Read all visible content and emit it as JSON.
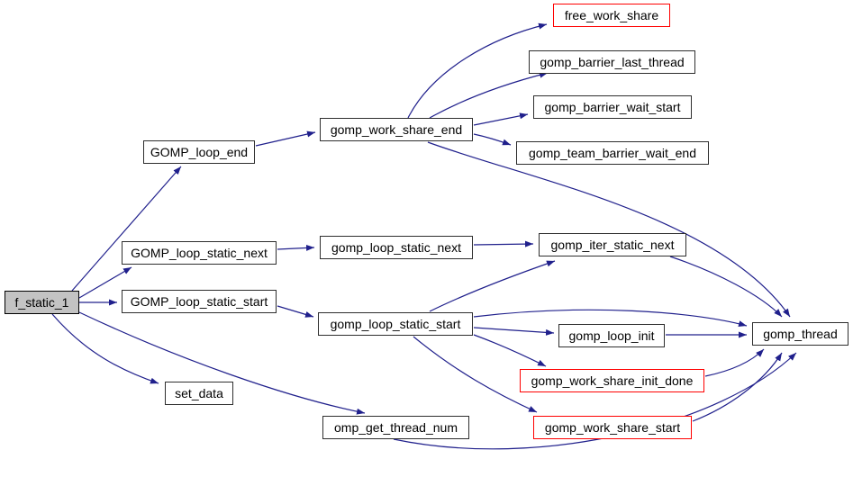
{
  "diagram": {
    "type": "call-graph",
    "root_function": "f_static_1",
    "colors": {
      "background": "#ffffff",
      "edge": "#20208c",
      "node_border": "#2e2e2e",
      "node_fill": "#ffffff",
      "root_fill": "#c3c3c3",
      "highlight_border": "#ff0000"
    },
    "nodes": [
      {
        "label": "f_static_1",
        "variant": "root"
      },
      {
        "label": "GOMP_loop_end",
        "variant": "normal"
      },
      {
        "label": "gomp_work_share_end",
        "variant": "normal"
      },
      {
        "label": "free_work_share",
        "variant": "highlight"
      },
      {
        "label": "gomp_barrier_last_thread",
        "variant": "normal"
      },
      {
        "label": "gomp_barrier_wait_start",
        "variant": "normal"
      },
      {
        "label": "gomp_team_barrier_wait_end",
        "variant": "normal"
      },
      {
        "label": "GOMP_loop_static_next",
        "variant": "normal"
      },
      {
        "label": "gomp_loop_static_next",
        "variant": "normal"
      },
      {
        "label": "gomp_iter_static_next",
        "variant": "normal"
      },
      {
        "label": "GOMP_loop_static_start",
        "variant": "normal"
      },
      {
        "label": "gomp_loop_static_start",
        "variant": "normal"
      },
      {
        "label": "gomp_loop_init",
        "variant": "normal"
      },
      {
        "label": "gomp_thread",
        "variant": "normal"
      },
      {
        "label": "gomp_work_share_init_done",
        "variant": "highlight"
      },
      {
        "label": "gomp_work_share_start",
        "variant": "highlight"
      },
      {
        "label": "set_data",
        "variant": "normal"
      },
      {
        "label": "omp_get_thread_num",
        "variant": "normal"
      }
    ],
    "edges": [
      {
        "from": "f_static_1",
        "to": "GOMP_loop_end"
      },
      {
        "from": "f_static_1",
        "to": "GOMP_loop_static_next"
      },
      {
        "from": "f_static_1",
        "to": "GOMP_loop_static_start"
      },
      {
        "from": "f_static_1",
        "to": "set_data"
      },
      {
        "from": "f_static_1",
        "to": "omp_get_thread_num"
      },
      {
        "from": "GOMP_loop_end",
        "to": "gomp_work_share_end"
      },
      {
        "from": "gomp_work_share_end",
        "to": "free_work_share"
      },
      {
        "from": "gomp_work_share_end",
        "to": "gomp_barrier_last_thread"
      },
      {
        "from": "gomp_work_share_end",
        "to": "gomp_barrier_wait_start"
      },
      {
        "from": "gomp_work_share_end",
        "to": "gomp_team_barrier_wait_end"
      },
      {
        "from": "gomp_work_share_end",
        "to": "gomp_thread"
      },
      {
        "from": "GOMP_loop_static_next",
        "to": "gomp_loop_static_next"
      },
      {
        "from": "gomp_loop_static_next",
        "to": "gomp_iter_static_next"
      },
      {
        "from": "GOMP_loop_static_start",
        "to": "gomp_loop_static_start"
      },
      {
        "from": "gomp_loop_static_start",
        "to": "gomp_iter_static_next"
      },
      {
        "from": "gomp_loop_static_start",
        "to": "gomp_thread"
      },
      {
        "from": "gomp_loop_static_start",
        "to": "gomp_loop_init"
      },
      {
        "from": "gomp_loop_static_start",
        "to": "gomp_work_share_init_done"
      },
      {
        "from": "gomp_loop_static_start",
        "to": "gomp_work_share_start"
      },
      {
        "from": "gomp_iter_static_next",
        "to": "gomp_thread"
      },
      {
        "from": "gomp_loop_init",
        "to": "gomp_thread"
      },
      {
        "from": "gomp_work_share_init_done",
        "to": "gomp_thread"
      },
      {
        "from": "gomp_work_share_start",
        "to": "gomp_thread"
      },
      {
        "from": "omp_get_thread_num",
        "to": "gomp_thread"
      }
    ]
  }
}
